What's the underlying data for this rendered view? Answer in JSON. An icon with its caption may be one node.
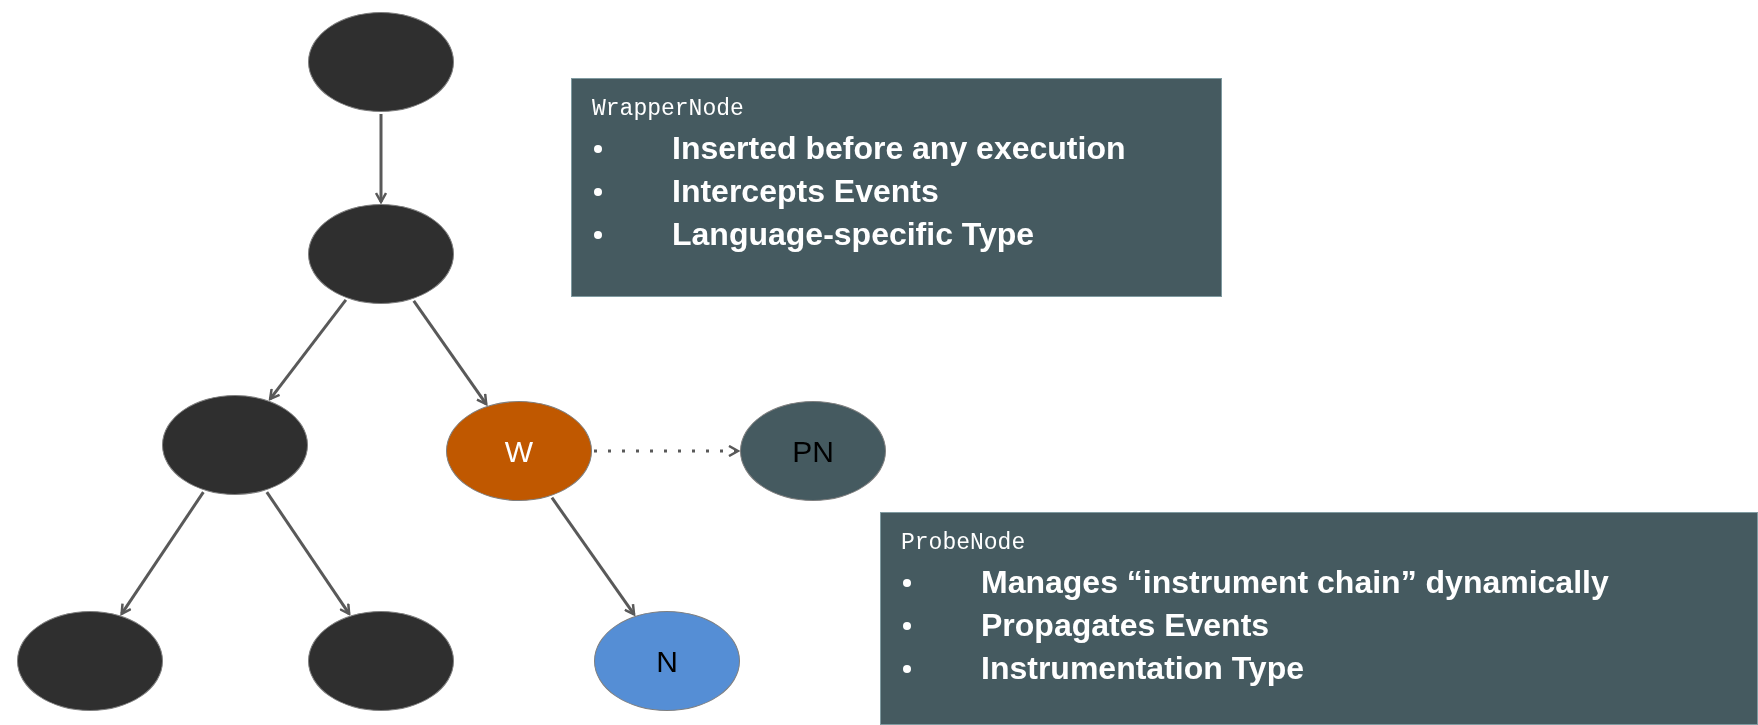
{
  "diagram": {
    "nodes": [
      {
        "text": [],
        "shape": "ellipse"
      },
      {
        "text": [],
        "shape": "ellipse"
      },
      {
        "text": [],
        "shape": "ellipse"
      },
      {
        "text": [
          "W"
        ]
      },
      {
        "text": [
          "PN"
        ]
      },
      {
        "text": [],
        "shape": "ellipse"
      },
      {
        "text": [],
        "shape": "ellipse"
      },
      {
        "text": [
          "N"
        ]
      },
      {
        "text": [
          "WrapperNode",
          "Inserted before any execution",
          "Intercepts Events",
          "Language-specific Type"
        ]
      },
      {
        "text": [
          "ProbeNode",
          "Manages “instrument chain” dynamically",
          "Propagates Events",
          "Instrumentation Type"
        ]
      }
    ],
    "edges": [
      {
        "from": 0,
        "to": 1,
        "arrow": "to"
      },
      {
        "from": 1,
        "to": 2,
        "arrow": "to"
      },
      {
        "from": 1,
        "to": 3,
        "arrow": "to"
      },
      {
        "from": 3,
        "to": 4,
        "arrow": "to",
        "style": "dashed"
      },
      {
        "from": 2,
        "to": 5,
        "arrow": "to"
      },
      {
        "from": 2,
        "to": 6,
        "arrow": "to"
      },
      {
        "from": 3,
        "to": 7,
        "arrow": "to"
      }
    ]
  }
}
